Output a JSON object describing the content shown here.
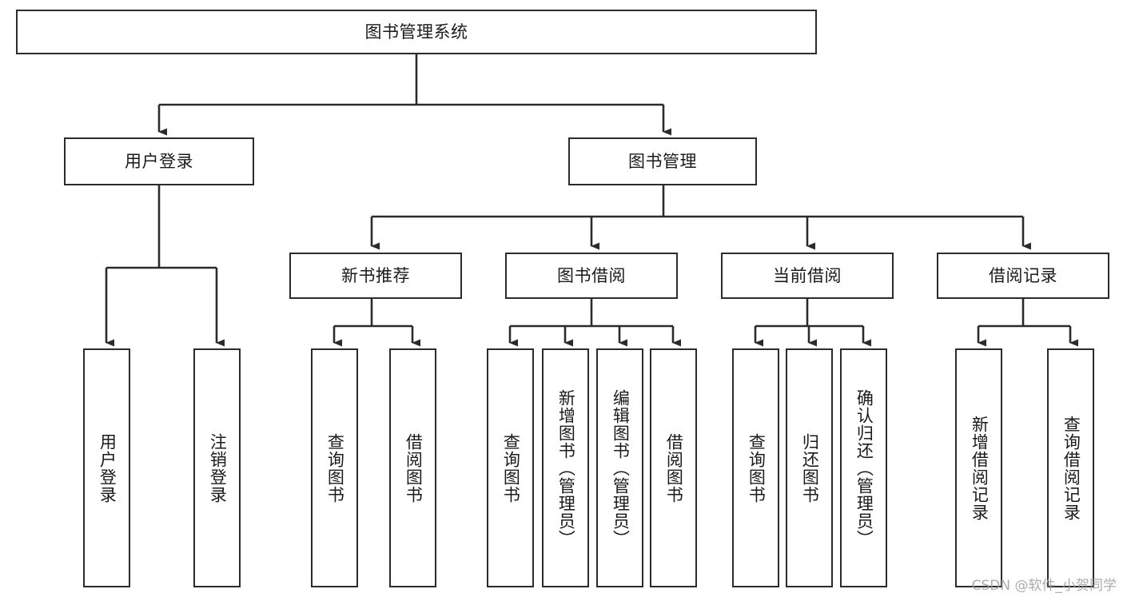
{
  "diagram": {
    "type": "hierarchy-tree",
    "title": "图书管理系统",
    "orientation": "top-down",
    "line_color": "#2b2b2b",
    "box_fill": "#ffffff",
    "text_color": "#1a1a1a",
    "background": "#ffffff",
    "root": {
      "id": "root",
      "label": "图书管理系统"
    },
    "level1": [
      {
        "id": "user-login",
        "label": "用户登录"
      },
      {
        "id": "book-manage",
        "label": "图书管理"
      }
    ],
    "level2": [
      {
        "id": "new-book-rec",
        "label": "新书推荐",
        "parent": "book-manage"
      },
      {
        "id": "book-borrow",
        "label": "图书借阅",
        "parent": "book-manage"
      },
      {
        "id": "current-borrow",
        "label": "当前借阅",
        "parent": "book-manage"
      },
      {
        "id": "borrow-record",
        "label": "借阅记录",
        "parent": "book-manage"
      }
    ],
    "leaves": {
      "user-login": [
        {
          "id": "leaf-user-login",
          "label": "用户登录"
        },
        {
          "id": "leaf-user-logout",
          "label": "注销登录"
        }
      ],
      "new-book-rec": [
        {
          "id": "leaf-query-book-1",
          "label": "查询图书"
        },
        {
          "id": "leaf-borrow-book-1",
          "label": "借阅图书"
        }
      ],
      "book-borrow": [
        {
          "id": "leaf-query-book-2",
          "label": "查询图书"
        },
        {
          "id": "leaf-add-book",
          "label": "新增图书（管理员）"
        },
        {
          "id": "leaf-edit-book",
          "label": "编辑图书（管理员）"
        },
        {
          "id": "leaf-borrow-book-2",
          "label": "借阅图书"
        }
      ],
      "current-borrow": [
        {
          "id": "leaf-query-book-3",
          "label": "查询图书"
        },
        {
          "id": "leaf-return-book",
          "label": "归还图书"
        },
        {
          "id": "leaf-confirm-return",
          "label": "确认归还（管理员）"
        }
      ],
      "borrow-record": [
        {
          "id": "leaf-add-record",
          "label": "新增借阅记录"
        },
        {
          "id": "leaf-query-record",
          "label": "查询借阅记录"
        }
      ]
    }
  },
  "watermark": {
    "text": "CSDN @软件_小贺同学"
  }
}
